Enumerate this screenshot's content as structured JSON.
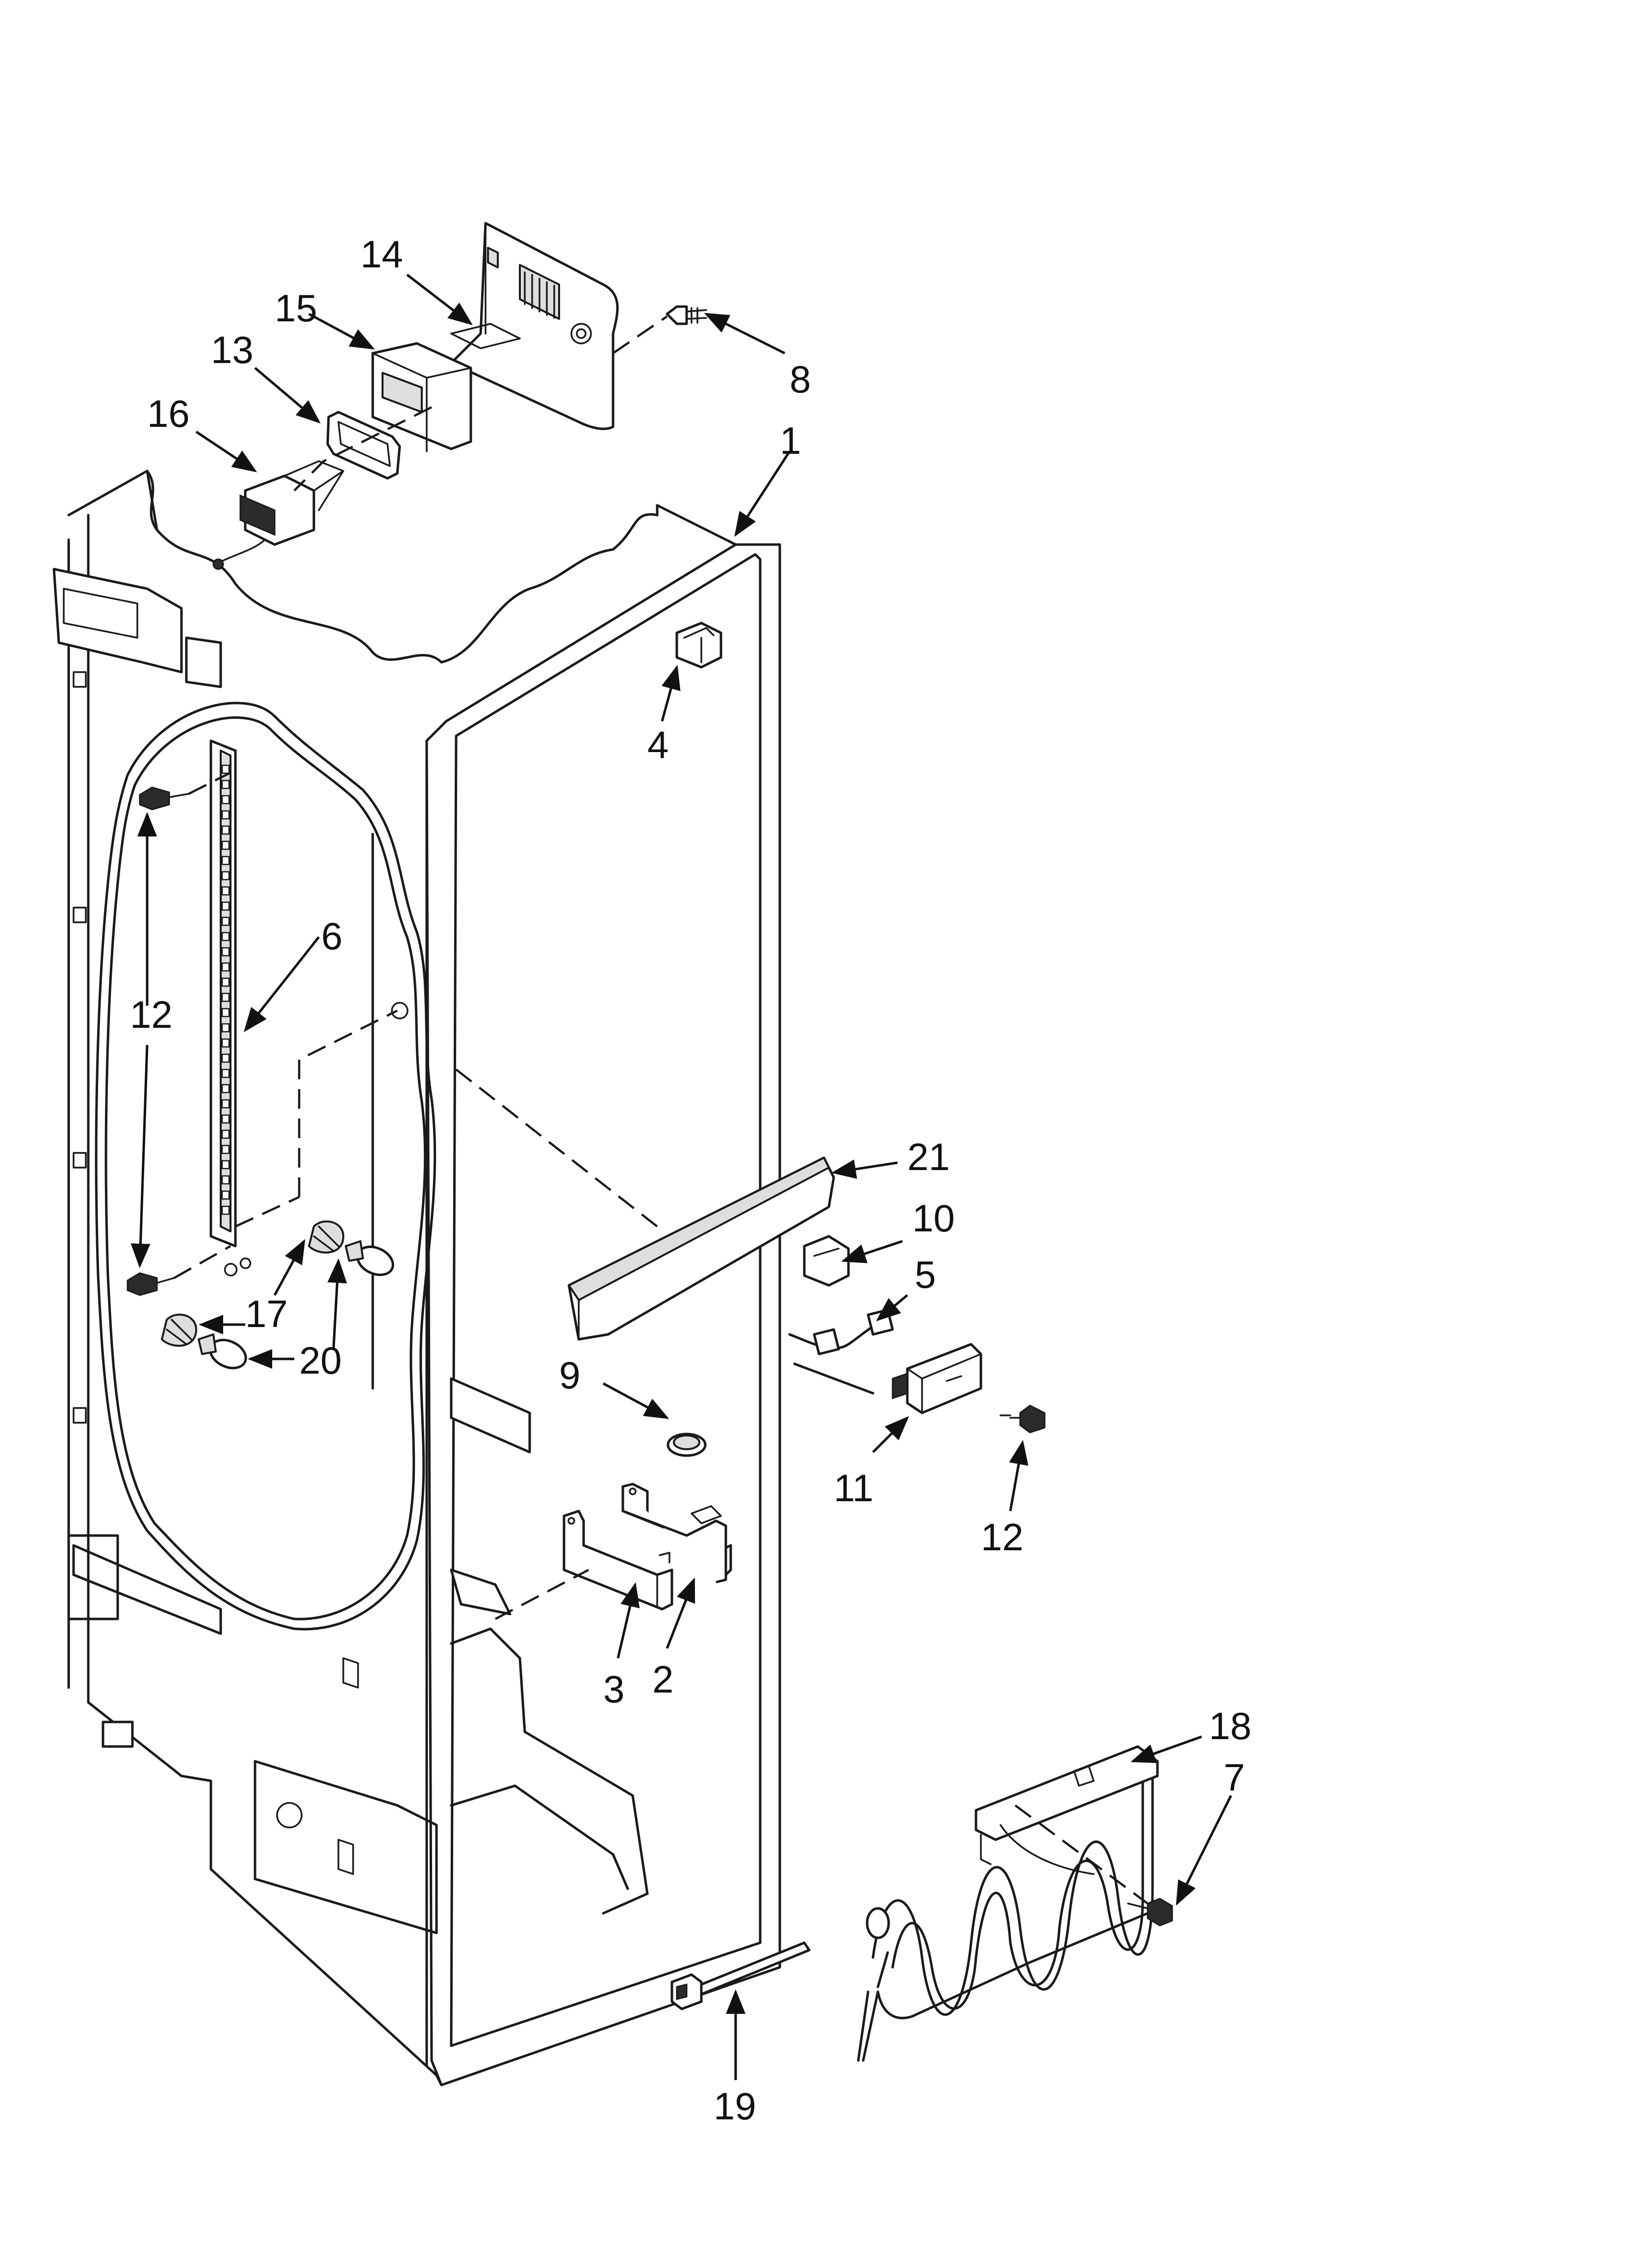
{
  "callouts": {
    "c1": "1",
    "c2": "2",
    "c3": "3",
    "c4": "4",
    "c5": "5",
    "c6": "6",
    "c7": "7",
    "c8": "8",
    "c9": "9",
    "c10": "10",
    "c11": "11",
    "c12a": "12",
    "c12b": "12",
    "c13": "13",
    "c14": "14",
    "c15": "15",
    "c16": "16",
    "c17": "17",
    "c18": "18",
    "c19": "19",
    "c20": "20",
    "c21": "21"
  },
  "colors": {
    "line": "#1a1a1a",
    "background": "#ffffff",
    "shade": "#dedede"
  }
}
